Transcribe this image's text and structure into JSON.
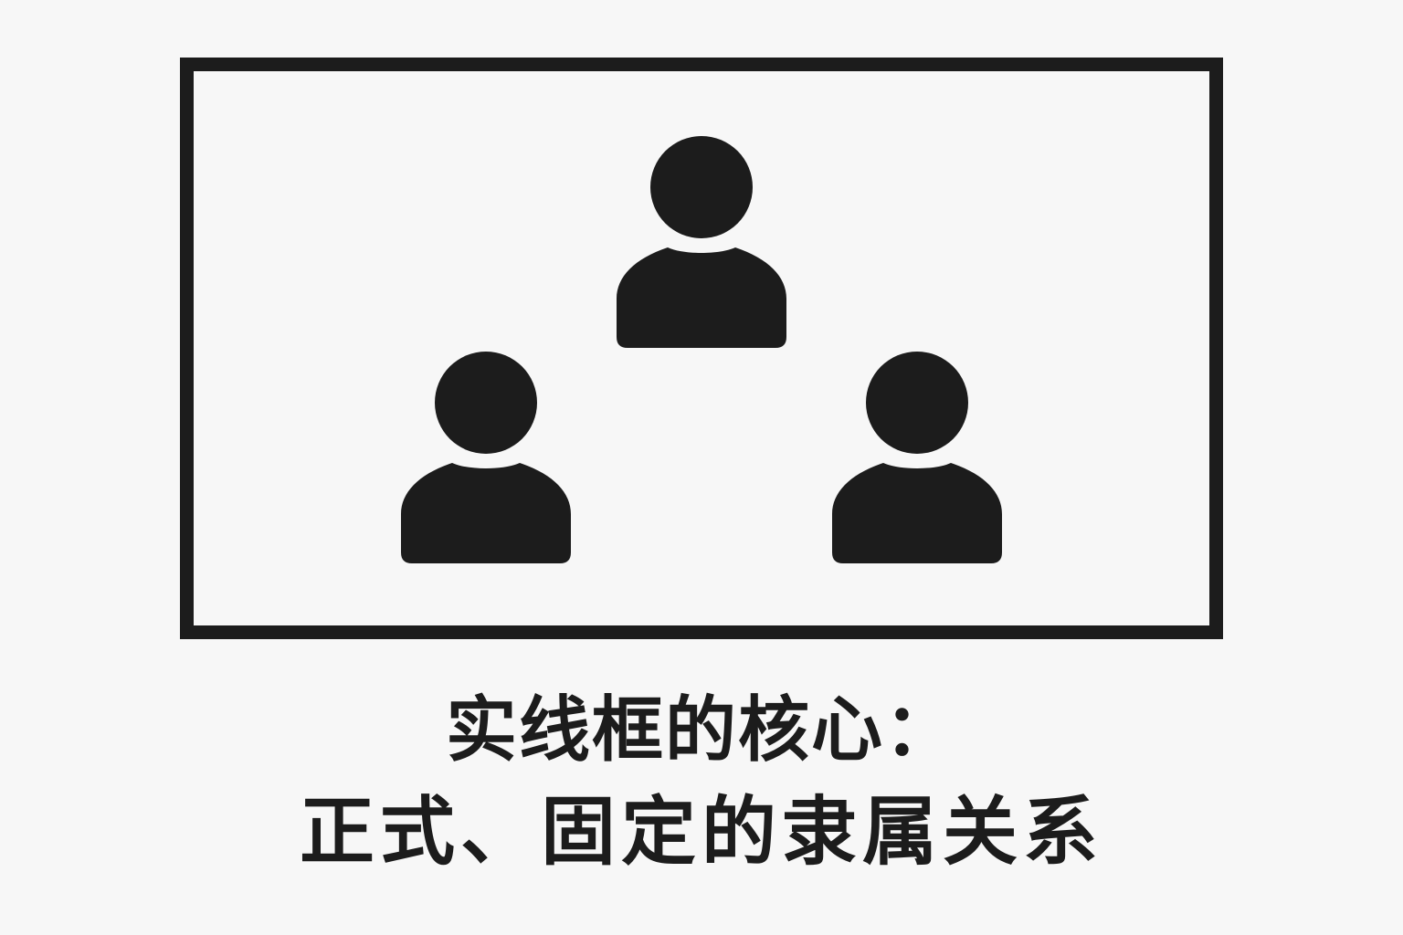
{
  "diagram": {
    "frame_style": "solid",
    "frame_color": "#1c1c1c",
    "background_color": "#f7f7f7",
    "icon_color": "#1c1c1c",
    "people": [
      {
        "icon": "person-icon"
      },
      {
        "icon": "person-icon"
      },
      {
        "icon": "person-icon"
      }
    ]
  },
  "caption": {
    "line1": "实线框的核心：",
    "line2": "正式、固定的隶属关系"
  }
}
